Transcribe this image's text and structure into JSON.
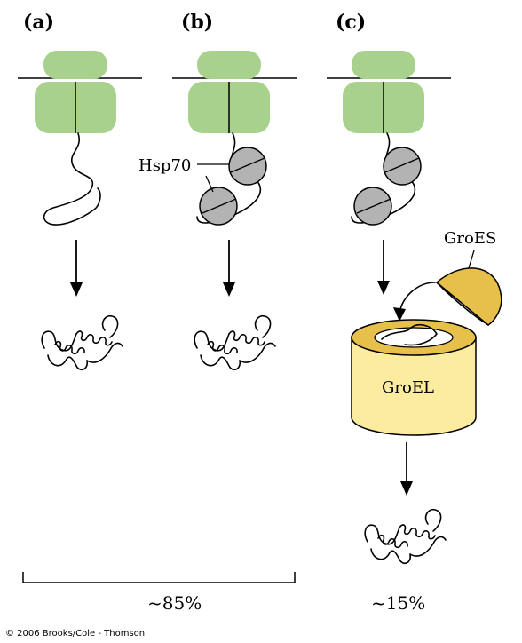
{
  "panels": [
    {
      "label": "(a)"
    },
    {
      "label": "(b)"
    },
    {
      "label": "(c)"
    }
  ],
  "labels": {
    "hsp70": "Hsp70",
    "groes": "GroES",
    "groel": "GroEL"
  },
  "percentages": {
    "left": "~85%",
    "right": "~15%"
  },
  "copyright": "© 2006 Brooks/Cole - Thomson",
  "colors": {
    "ribosome": "#a9d18e",
    "chaperone": "#b3b3b3",
    "groes": "#e6c04a",
    "groel": "#fbeca0"
  }
}
